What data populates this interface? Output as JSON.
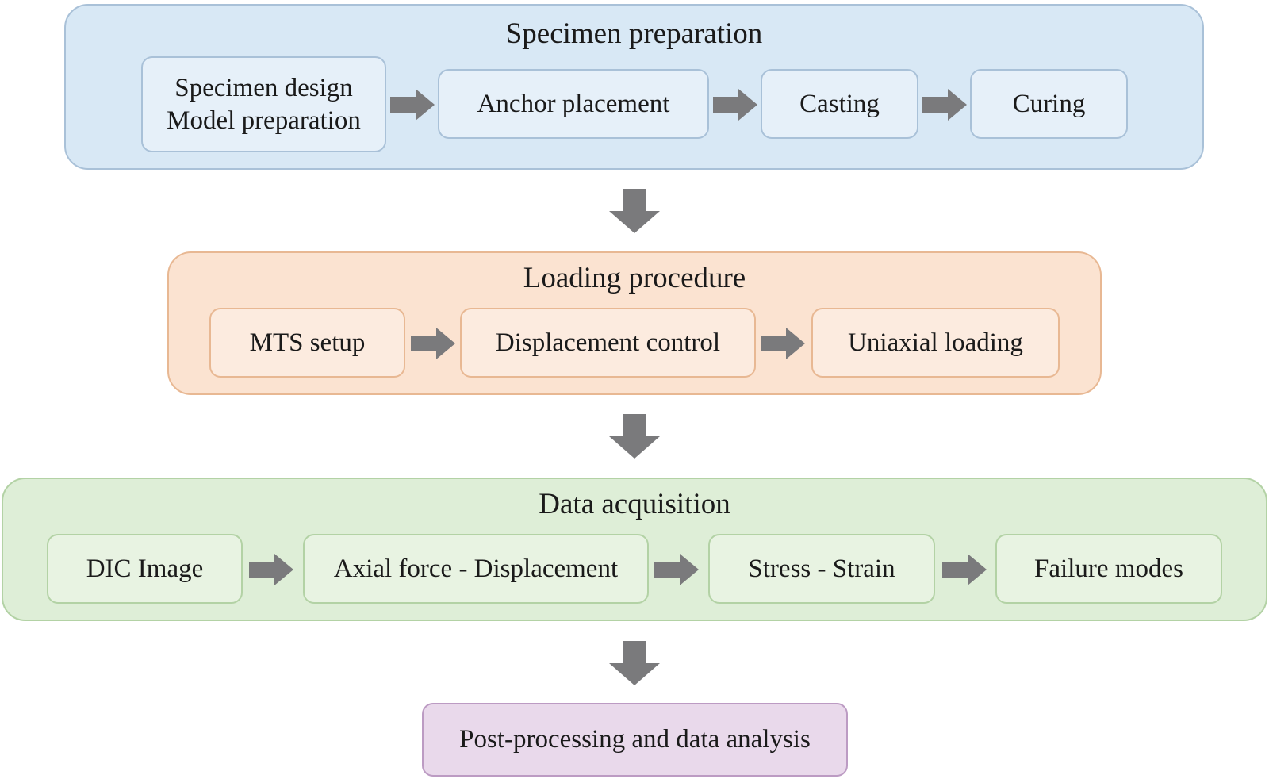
{
  "colors": {
    "prep_fill": "#d8e8f5",
    "load_fill": "#fbe3d1",
    "data_fill": "#deeed7",
    "final_fill": "#e9d9eb",
    "arrow": "#7a7a7c"
  },
  "stages": [
    {
      "title": "Specimen preparation",
      "steps": [
        {
          "lines": [
            "Specimen design",
            "Model preparation"
          ]
        },
        {
          "lines": [
            "Anchor placement"
          ]
        },
        {
          "lines": [
            "Casting"
          ]
        },
        {
          "lines": [
            "Curing"
          ]
        }
      ]
    },
    {
      "title": "Loading procedure",
      "steps": [
        {
          "lines": [
            "MTS setup"
          ]
        },
        {
          "lines": [
            "Displacement control"
          ]
        },
        {
          "lines": [
            "Uniaxial loading"
          ]
        }
      ]
    },
    {
      "title": "Data acquisition",
      "steps": [
        {
          "lines": [
            "DIC Image"
          ]
        },
        {
          "lines": [
            "Axial force - Displacement"
          ]
        },
        {
          "lines": [
            "Stress - Strain"
          ]
        },
        {
          "lines": [
            "Failure modes"
          ]
        }
      ]
    }
  ],
  "final_step": "Post-processing and data analysis"
}
